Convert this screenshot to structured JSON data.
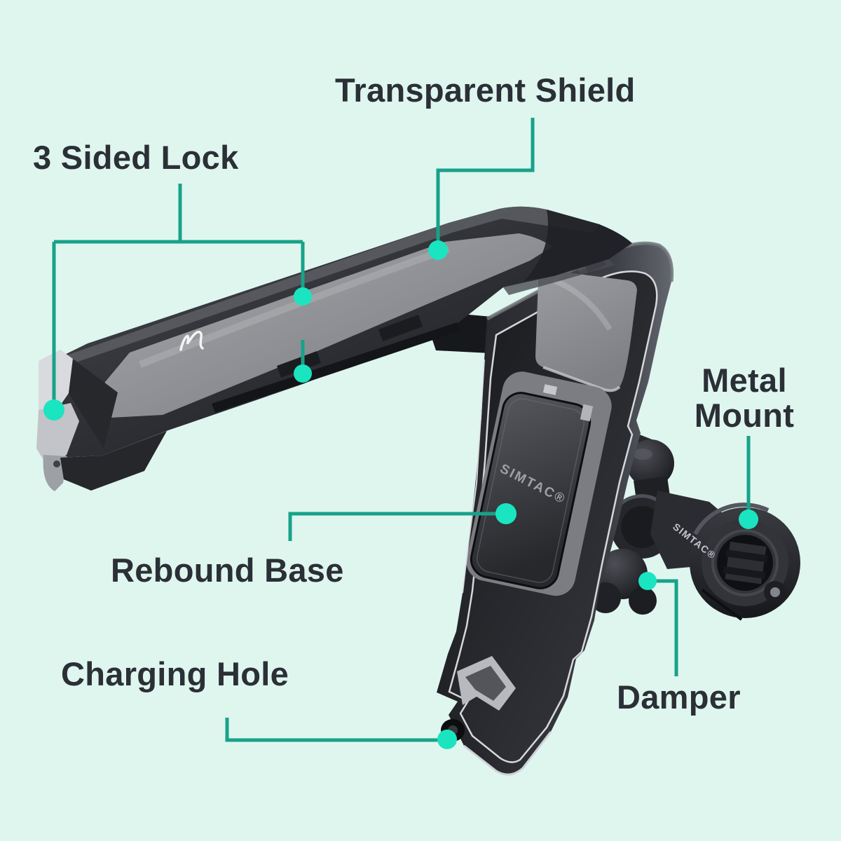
{
  "page": {
    "background_color": "#dff6ef",
    "type": "product-feature-infographic"
  },
  "colors": {
    "callout_line": "#17a289",
    "callout_dot": "#1be4c0",
    "label_text": "#2b2f36",
    "product_dark": "#1b1c1f",
    "product_silver": "#cfd1d6"
  },
  "labels": {
    "transparent_shield": "Transparent Shield",
    "three_sided_lock": "3 Sided Lock",
    "metal_mount_line1": "Metal",
    "metal_mount_line2": "Mount",
    "rebound_base": "Rebound Base",
    "charging_hole": "Charging Hole",
    "damper": "Damper"
  },
  "product": {
    "brand_on_pad": "SIMTAC®",
    "brand_on_clamp": "SIMTAC®"
  }
}
